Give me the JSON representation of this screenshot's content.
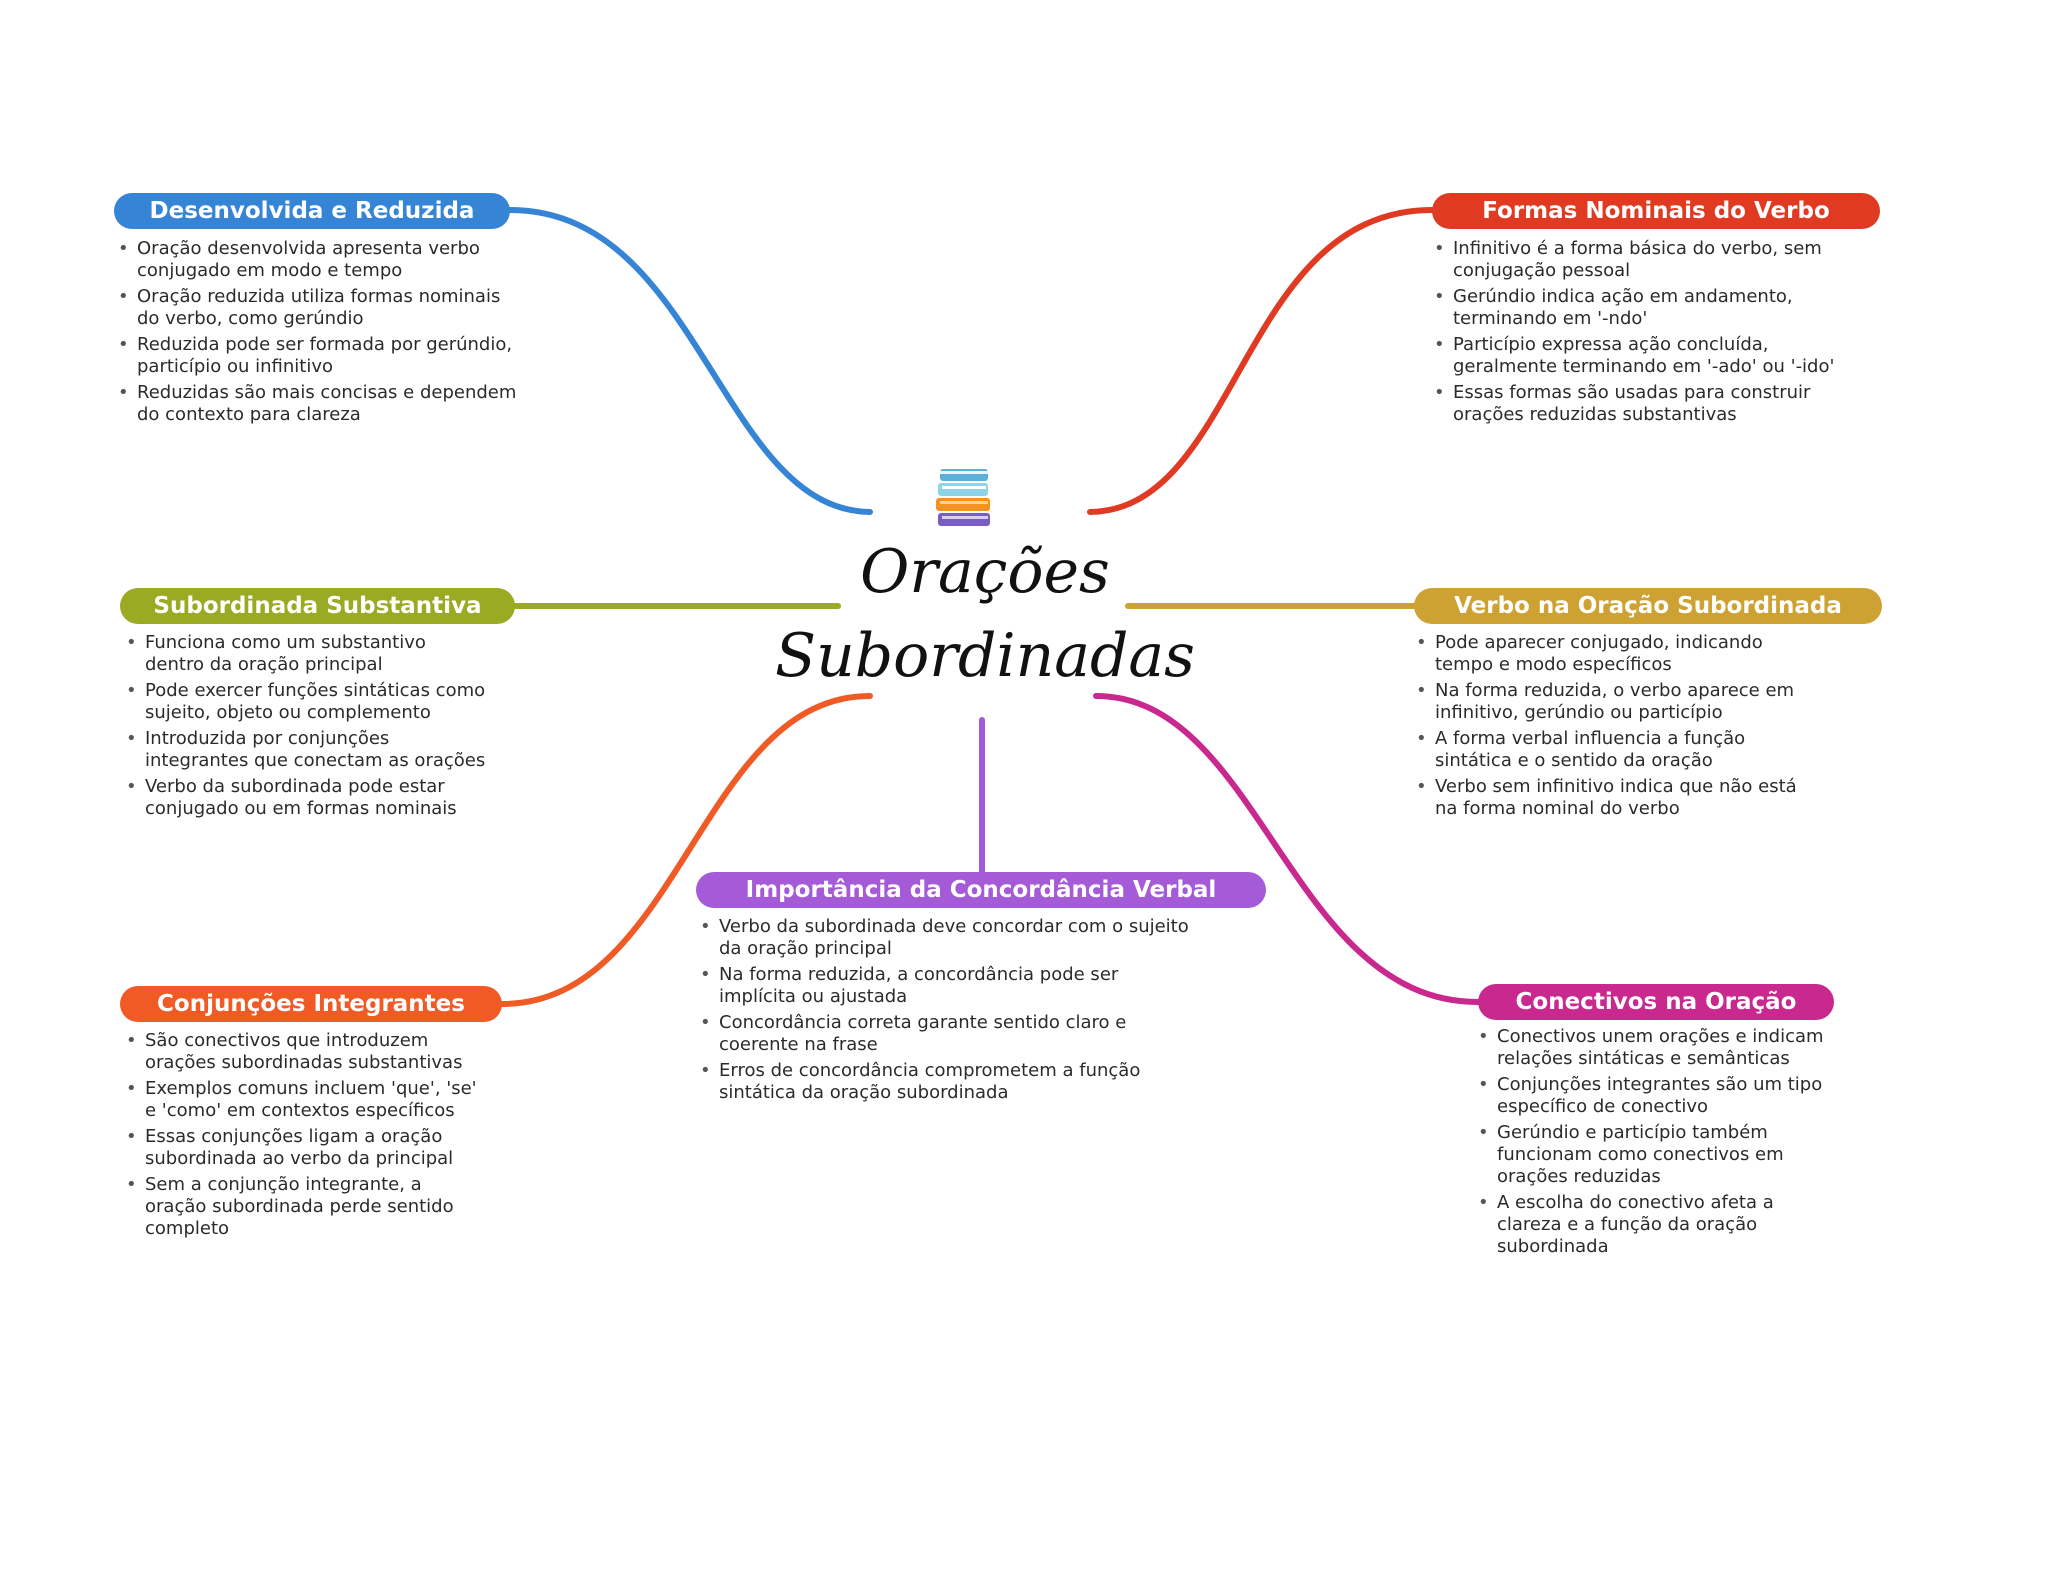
{
  "central": {
    "icon": "books-icon",
    "title_line1": "Orações",
    "title_line2": "Subordinadas"
  },
  "branches": [
    {
      "key": "desenvolvida",
      "title": "Desenvolvida e Reduzida",
      "color": "#3584d6",
      "items": [
        "Oração desenvolvida apresenta verbo conjugado em modo e tempo",
        "Oração reduzida utiliza formas nominais do verbo, como gerúndio",
        "Reduzida pode ser formada por gerúndio, particípio ou infinitivo",
        "Reduzidas são mais concisas e dependem do contexto para clareza"
      ]
    },
    {
      "key": "formas",
      "title": "Formas Nominais do Verbo",
      "color": "#e03a22",
      "items": [
        "Infinitivo é a forma básica do verbo, sem conjugação pessoal",
        "Gerúndio indica ação em andamento, terminando em '-ndo'",
        "Particípio expressa ação concluída, geralmente terminando em '-ado' ou '-ido'",
        "Essas formas são usadas para construir orações reduzidas substantivas"
      ]
    },
    {
      "key": "substantiva",
      "title": "Subordinada Substantiva",
      "color": "#9aaa22",
      "items": [
        "Funciona como um substantivo dentro da oração principal",
        "Pode exercer funções sintáticas como sujeito, objeto ou complemento",
        "Introduzida por conjunções integrantes que conectam as orações",
        "Verbo da subordinada pode estar conjugado ou em formas nominais"
      ]
    },
    {
      "key": "verbo",
      "title": "Verbo na Oração Subordinada",
      "color": "#cda233",
      "items": [
        "Pode aparecer conjugado, indicando tempo e modo específicos",
        "Na forma reduzida, o verbo aparece em infinitivo, gerúndio ou particípio",
        "A forma verbal influencia a função sintática e o sentido da oração",
        "Verbo sem infinitivo indica que não está na forma nominal do verbo"
      ]
    },
    {
      "key": "conjuncoes",
      "title": "Conjunções Integrantes",
      "color": "#f05a24",
      "items": [
        "São conectivos que introduzem orações subordinadas substantivas",
        "Exemplos comuns incluem 'que', 'se' e 'como' em contextos específicos",
        "Essas conjunções ligam a oração subordinada ao verbo da principal",
        "Sem a conjunção integrante, a oração subordinada perde sentido completo"
      ]
    },
    {
      "key": "concordancia",
      "title": "Importância da Concordância Verbal",
      "color": "#a55bd8",
      "items": [
        "Verbo da subordinada deve concordar com o sujeito da oração principal",
        "Na forma reduzida, a concordância pode ser implícita ou ajustada",
        "Concordância correta garante sentido claro e coerente na frase",
        "Erros de concordância comprometem a função sintática da oração subordinada"
      ]
    },
    {
      "key": "conectivos",
      "title": "Conectivos na Oração",
      "color": "#c9288e",
      "items": [
        "Conectivos unem orações e indicam relações sintáticas e semânticas",
        "Conjunções integrantes são um tipo específico de conectivo",
        "Gerúndio e particípio também funcionam como conectivos em orações reduzidas",
        "A escolha do conectivo afeta a clareza e a função da oração subordinada"
      ]
    }
  ]
}
